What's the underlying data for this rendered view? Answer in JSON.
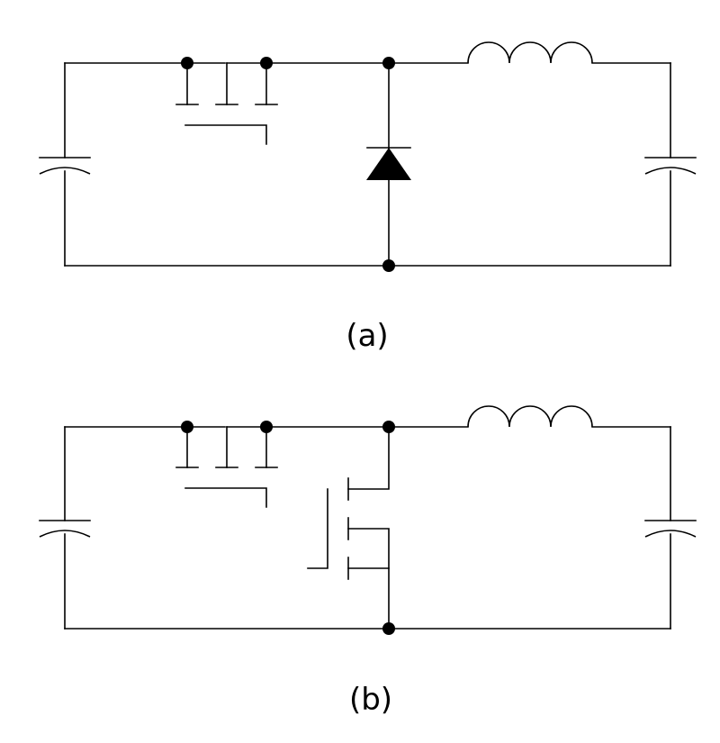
{
  "captions": {
    "a": "(a)",
    "b": "(b)"
  },
  "colors": {
    "stroke": "#000000",
    "background": "#ffffff"
  },
  "circuits": [
    {
      "id": "a",
      "components": [
        "input-capacitor",
        "mosfet-switch",
        "freewheeling-diode",
        "inductor",
        "output-capacitor"
      ]
    },
    {
      "id": "b",
      "components": [
        "input-capacitor",
        "mosfet-switch",
        "synchronous-mosfet",
        "inductor",
        "output-capacitor"
      ]
    }
  ]
}
